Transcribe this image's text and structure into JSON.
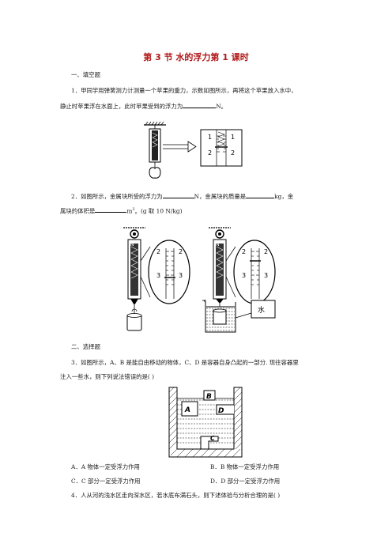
{
  "title": "第 3 节   水的浮力第 1 课时",
  "section1": "一、填空题",
  "q1": {
    "line1": "1．甲同学用弹簧测力计测量一个苹果的重力，示数如图所示，再将这个苹果放入水中，",
    "line2a": "静止时苹果浮在水面上，此时苹果受到的浮力为",
    "line2b": "N。",
    "scale_1": "1",
    "scale_2": "2"
  },
  "q2": {
    "line1a": "2．如图所示，金属块所受的浮力为",
    "line1b": "N，金属块的质量是",
    "line1c": "kg，金",
    "line2a": "属块的体积是",
    "line2b": "m",
    "line2sup": "3",
    "line2c": "。(g 取 10 N/kg)",
    "scale_2": "2",
    "scale_3": "3",
    "water_label": "水"
  },
  "section2": "二、选择题",
  "q3": {
    "line1": "3．如图所示，A、B 是能自由移动的物体，C、D 是容器自身凸起的一部分. 现往容器里",
    "line2": "注入一些水，则下列说法错误的是(      )",
    "label_A": "A",
    "label_B": "B",
    "label_C": "C",
    "label_D": "D",
    "options": [
      "A．A 物体一定受浮力作用",
      "B．B 物体一定受浮力作用",
      "C．C 部分一定受浮力作用",
      "D．D 部分一定受浮力作用"
    ]
  },
  "q4": {
    "line1": "4．人从河的浅水区走向深水区，若水底布满石头，则下述体验与分析合理的是(      )"
  }
}
